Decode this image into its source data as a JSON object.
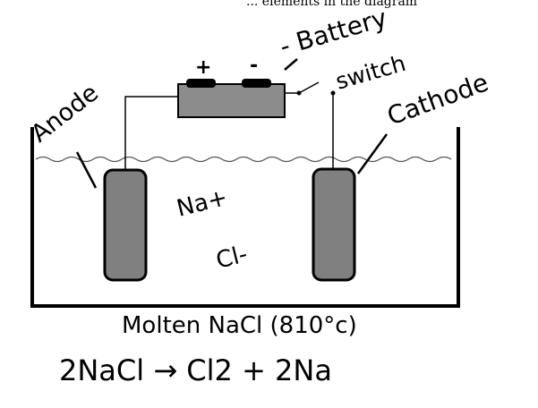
{
  "top_text": "... elements in the diagram",
  "labels": {
    "battery": "- Battery",
    "plus": "+",
    "minus": "-",
    "switch": "switch",
    "anode": "Anode",
    "cathode": "Cathode",
    "sodium_ion": "Na+",
    "chloride_ion": "Cl-",
    "melt": "Molten NaCl (810°c)",
    "equation": "2NaCl → Cl2 + 2Na"
  },
  "colors": {
    "electrode_fill": "#808080",
    "battery_fill": "#8c8c8c",
    "terminal_fill": "#000000",
    "stroke": "#000000"
  }
}
